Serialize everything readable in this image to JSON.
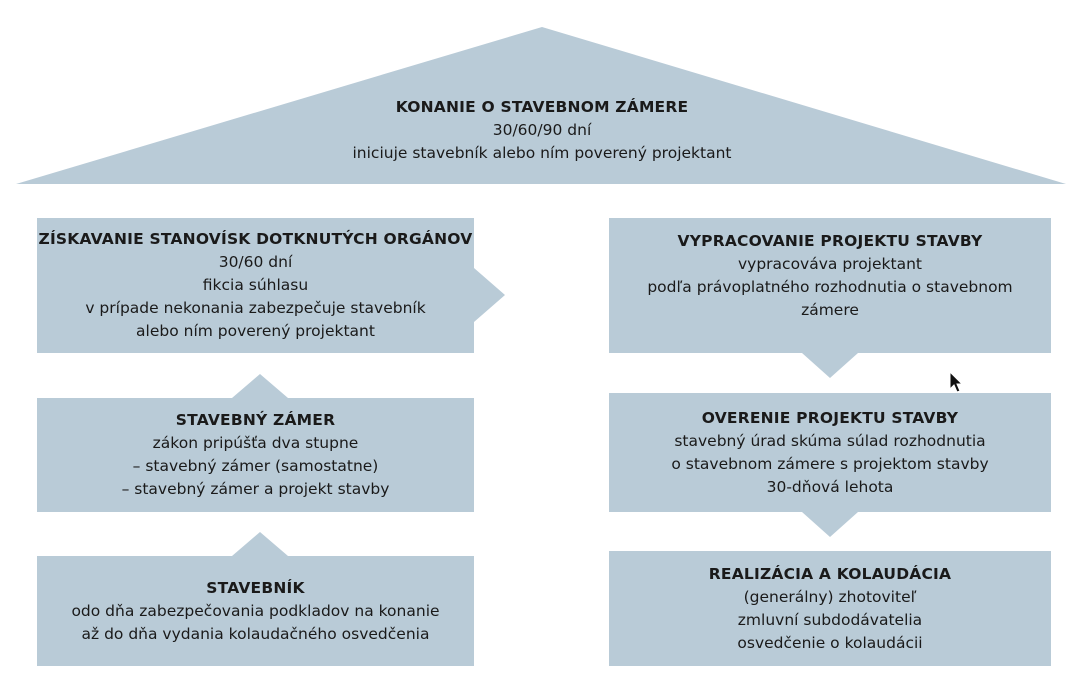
{
  "colors": {
    "shape_fill": "#b9cbd7",
    "text": "#1a1a1a"
  },
  "roof": {
    "title": "KONANIE O STAVEBNOM ZÁMERE",
    "lines": [
      "30/60/90 dní",
      "iniciuje stavebník alebo ním poverený projektant"
    ]
  },
  "left": [
    {
      "title": "ZÍSKAVANIE STANOVÍSK DOTKNUTÝCH ORGÁNOV",
      "lines": [
        "30/60 dní",
        "fikcia súhlasu",
        "v prípade nekonania zabezpečuje stavebník",
        "alebo ním poverený projektant"
      ]
    },
    {
      "title": "STAVEBNÝ ZÁMER",
      "lines": [
        "zákon pripúšťa dva stupne",
        "– stavebný zámer (samostatne)",
        "– stavebný zámer a projekt stavby"
      ]
    },
    {
      "title": "STAVEBNÍK",
      "lines": [
        "odo dňa zabezpečovania podkladov na konanie",
        "až do dňa vydania kolaudačného osvedčenia"
      ]
    }
  ],
  "right": [
    {
      "title": "VYPRACOVANIE PROJEKTU STAVBY",
      "lines": [
        "vypracováva projektant",
        "podľa právoplatného rozhodnutia o stavebnom",
        "zámere"
      ]
    },
    {
      "title": "OVERENIE PROJEKTU STAVBY",
      "lines": [
        "stavebný úrad skúma súlad rozhodnutia",
        "o stavebnom zámere s projektom stavby",
        "30-dňová lehota"
      ]
    },
    {
      "title": "REALIZÁCIA A KOLAUDÁCIA",
      "lines": [
        "(generálny) zhotoviteľ",
        "zmluvní subdodávatelia",
        "osvedčenie o kolaudácii"
      ]
    }
  ]
}
